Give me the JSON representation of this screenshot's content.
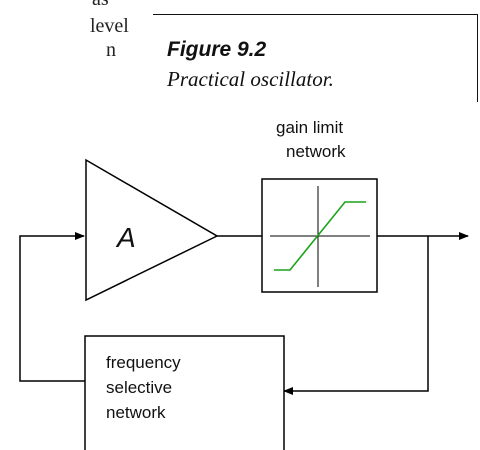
{
  "fragments": [
    "as",
    "level",
    "n"
  ],
  "figure": {
    "number": "Figure 9.2",
    "title": "Practical oscillator."
  },
  "diagram": {
    "amplifier_label": "A",
    "gain_limit_label": [
      "gain limit",
      "network"
    ],
    "filter_label": [
      "frequency",
      "selective",
      "network"
    ],
    "colors": {
      "line": "#000000",
      "curve": "#1aa31a"
    }
  }
}
